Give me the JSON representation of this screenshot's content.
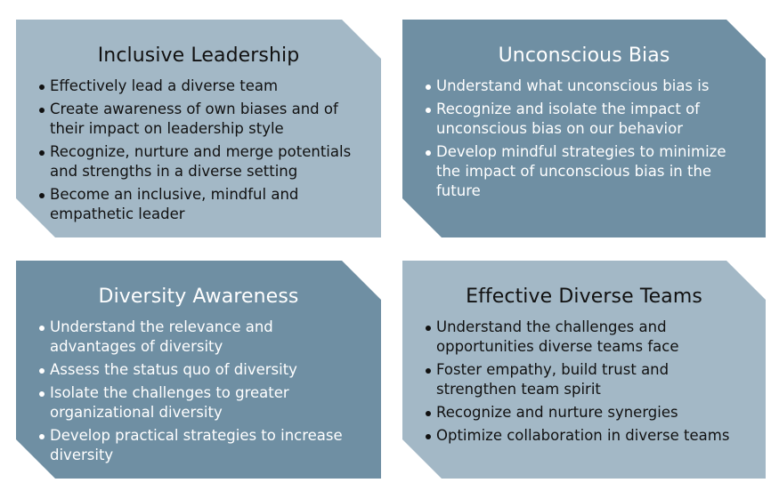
{
  "colors": {
    "card_light": "#a3b8c6",
    "card_dark": "#6f8fa3",
    "text_dark": "#111111",
    "text_light": "#ffffff"
  },
  "cards": [
    {
      "title": "Inclusive Leadership",
      "bullets": [
        "Effectively lead a diverse team",
        "Create awareness of own biases and of their impact on leadership style",
        "Recognize, nurture and merge potentials and strengths in a diverse setting",
        "Become an inclusive, mindful and empathetic leader"
      ]
    },
    {
      "title": "Unconscious Bias",
      "bullets": [
        "Understand what unconscious bias is",
        "Recognize and isolate the impact of unconscious bias on our behavior",
        "Develop mindful strategies to minimize the impact of unconscious bias in the future"
      ]
    },
    {
      "title": "Diversity Awareness",
      "bullets": [
        "Understand the relevance and advantages of diversity",
        "Assess the status quo of diversity",
        "Isolate the challenges to greater organizational diversity",
        "Develop practical strategies to increase diversity"
      ]
    },
    {
      "title": "Effective Diverse Teams",
      "bullets": [
        "Understand the challenges and opportunities diverse teams face",
        "Foster empathy, build trust and strengthen team spirit",
        "Recognize and nurture synergies",
        "Optimize collaboration in diverse teams"
      ]
    }
  ]
}
